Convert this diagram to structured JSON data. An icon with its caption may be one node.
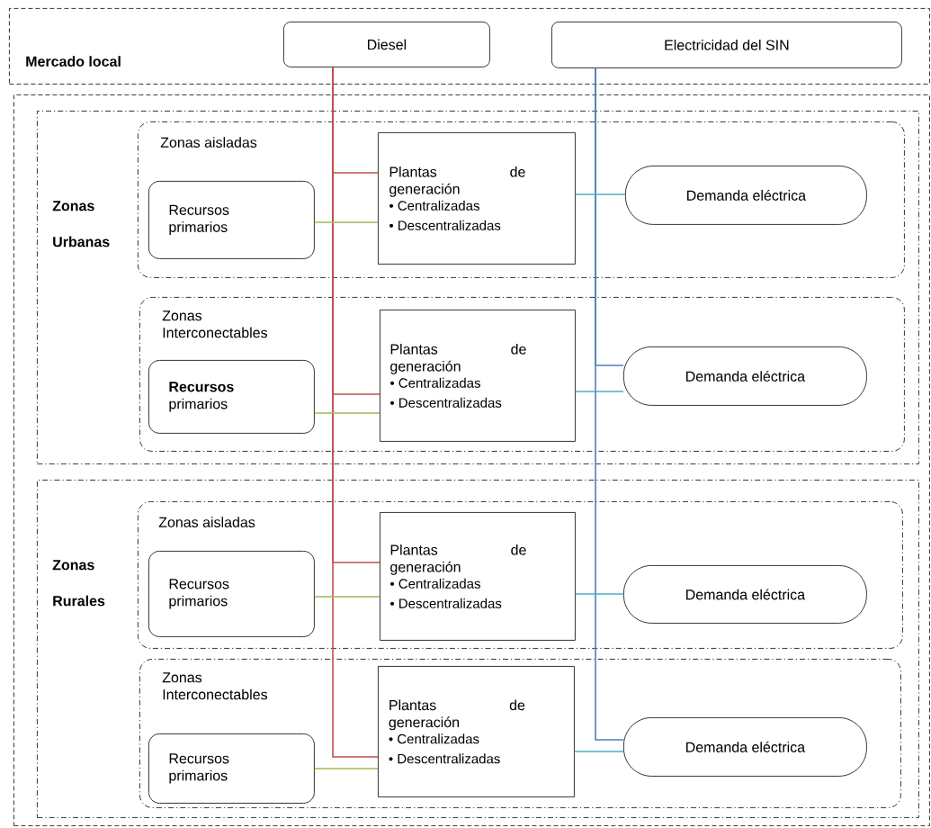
{
  "diagram": {
    "nodes": [
      {
        "text": [
          "Mercado local"
        ]
      },
      {
        "text": [
          "Diesel"
        ],
        "in": 0
      },
      {
        "text": [
          "Electricidad del SIN"
        ],
        "in": 0
      },
      {
        "text": [],
        "shape": "box"
      },
      {
        "text": [
          "Zonas Urbanas"
        ],
        "in": 3
      },
      {
        "text": [
          "Zonas aisladas"
        ],
        "in": 4
      },
      {
        "text": [
          "Recursos primarios"
        ],
        "in": 5
      },
      {
        "text": [
          "Plantas de generación",
          "• Centralizadas",
          "• Descentralizadas"
        ],
        "in": 5
      },
      {
        "text": [
          "Demanda eléctrica"
        ],
        "in": 5
      },
      {
        "text": [
          "Zonas Interconectables"
        ],
        "in": 4
      },
      {
        "text": [
          "**Recursos** primarios"
        ],
        "in": 9
      },
      {
        "text": [
          "Plantas de generación",
          "• Centralizadas",
          "• Descentralizadas"
        ],
        "in": 9
      },
      {
        "text": [
          "Demanda eléctrica"
        ],
        "in": 9
      },
      {
        "text": [
          "Zonas Rurales"
        ],
        "in": 3
      },
      {
        "text": [
          "Zonas aisladas"
        ],
        "in": 13
      },
      {
        "text": [
          "Recursos primarios"
        ],
        "in": 14
      },
      {
        "text": [
          "Plantas de generación",
          "• Centralizadas",
          "• Descentralizadas"
        ],
        "in": 14
      },
      {
        "text": [
          "Demanda eléctrica"
        ],
        "in": 14
      },
      {
        "text": [
          "Zonas Interconectables"
        ],
        "in": 13
      },
      {
        "text": [
          "Recursos primarios"
        ],
        "in": 18
      },
      {
        "text": [
          "Plantas de generación",
          "• Centralizadas",
          "• Descentralizadas"
        ],
        "in": 18
      },
      {
        "text": [
          "Demanda eléctrica"
        ],
        "in": 18
      }
    ],
    "edges": [
      {
        "from": 1,
        "to": 7,
        "arrow": "none",
        "color": "#c0504d"
      },
      {
        "from": 1,
        "to": 11,
        "arrow": "none",
        "color": "#c0504d"
      },
      {
        "from": 1,
        "to": 16,
        "arrow": "none",
        "color": "#c0504d"
      },
      {
        "from": 1,
        "to": 20,
        "arrow": "none",
        "color": "#c0504d"
      },
      {
        "from": 2,
        "to": 12,
        "arrow": "none",
        "color": "#4f81bd"
      },
      {
        "from": 2,
        "to": 21,
        "arrow": "none",
        "color": "#4f81bd"
      },
      {
        "from": 6,
        "to": 7,
        "arrow": "none",
        "color": "#9bbb59"
      },
      {
        "from": 10,
        "to": 11,
        "arrow": "none",
        "color": "#9bbb59"
      },
      {
        "from": 15,
        "to": 16,
        "arrow": "none",
        "color": "#9bbb59"
      },
      {
        "from": 19,
        "to": 20,
        "arrow": "none",
        "color": "#9bbb59"
      },
      {
        "from": 7,
        "to": 8,
        "arrow": "none",
        "color": "#4bacc6"
      },
      {
        "from": 11,
        "to": 12,
        "arrow": "none",
        "color": "#4bacc6"
      },
      {
        "from": 16,
        "to": 17,
        "arrow": "none",
        "color": "#4bacc6"
      },
      {
        "from": 20,
        "to": 21,
        "arrow": "none",
        "color": "#4bacc6"
      }
    ]
  }
}
